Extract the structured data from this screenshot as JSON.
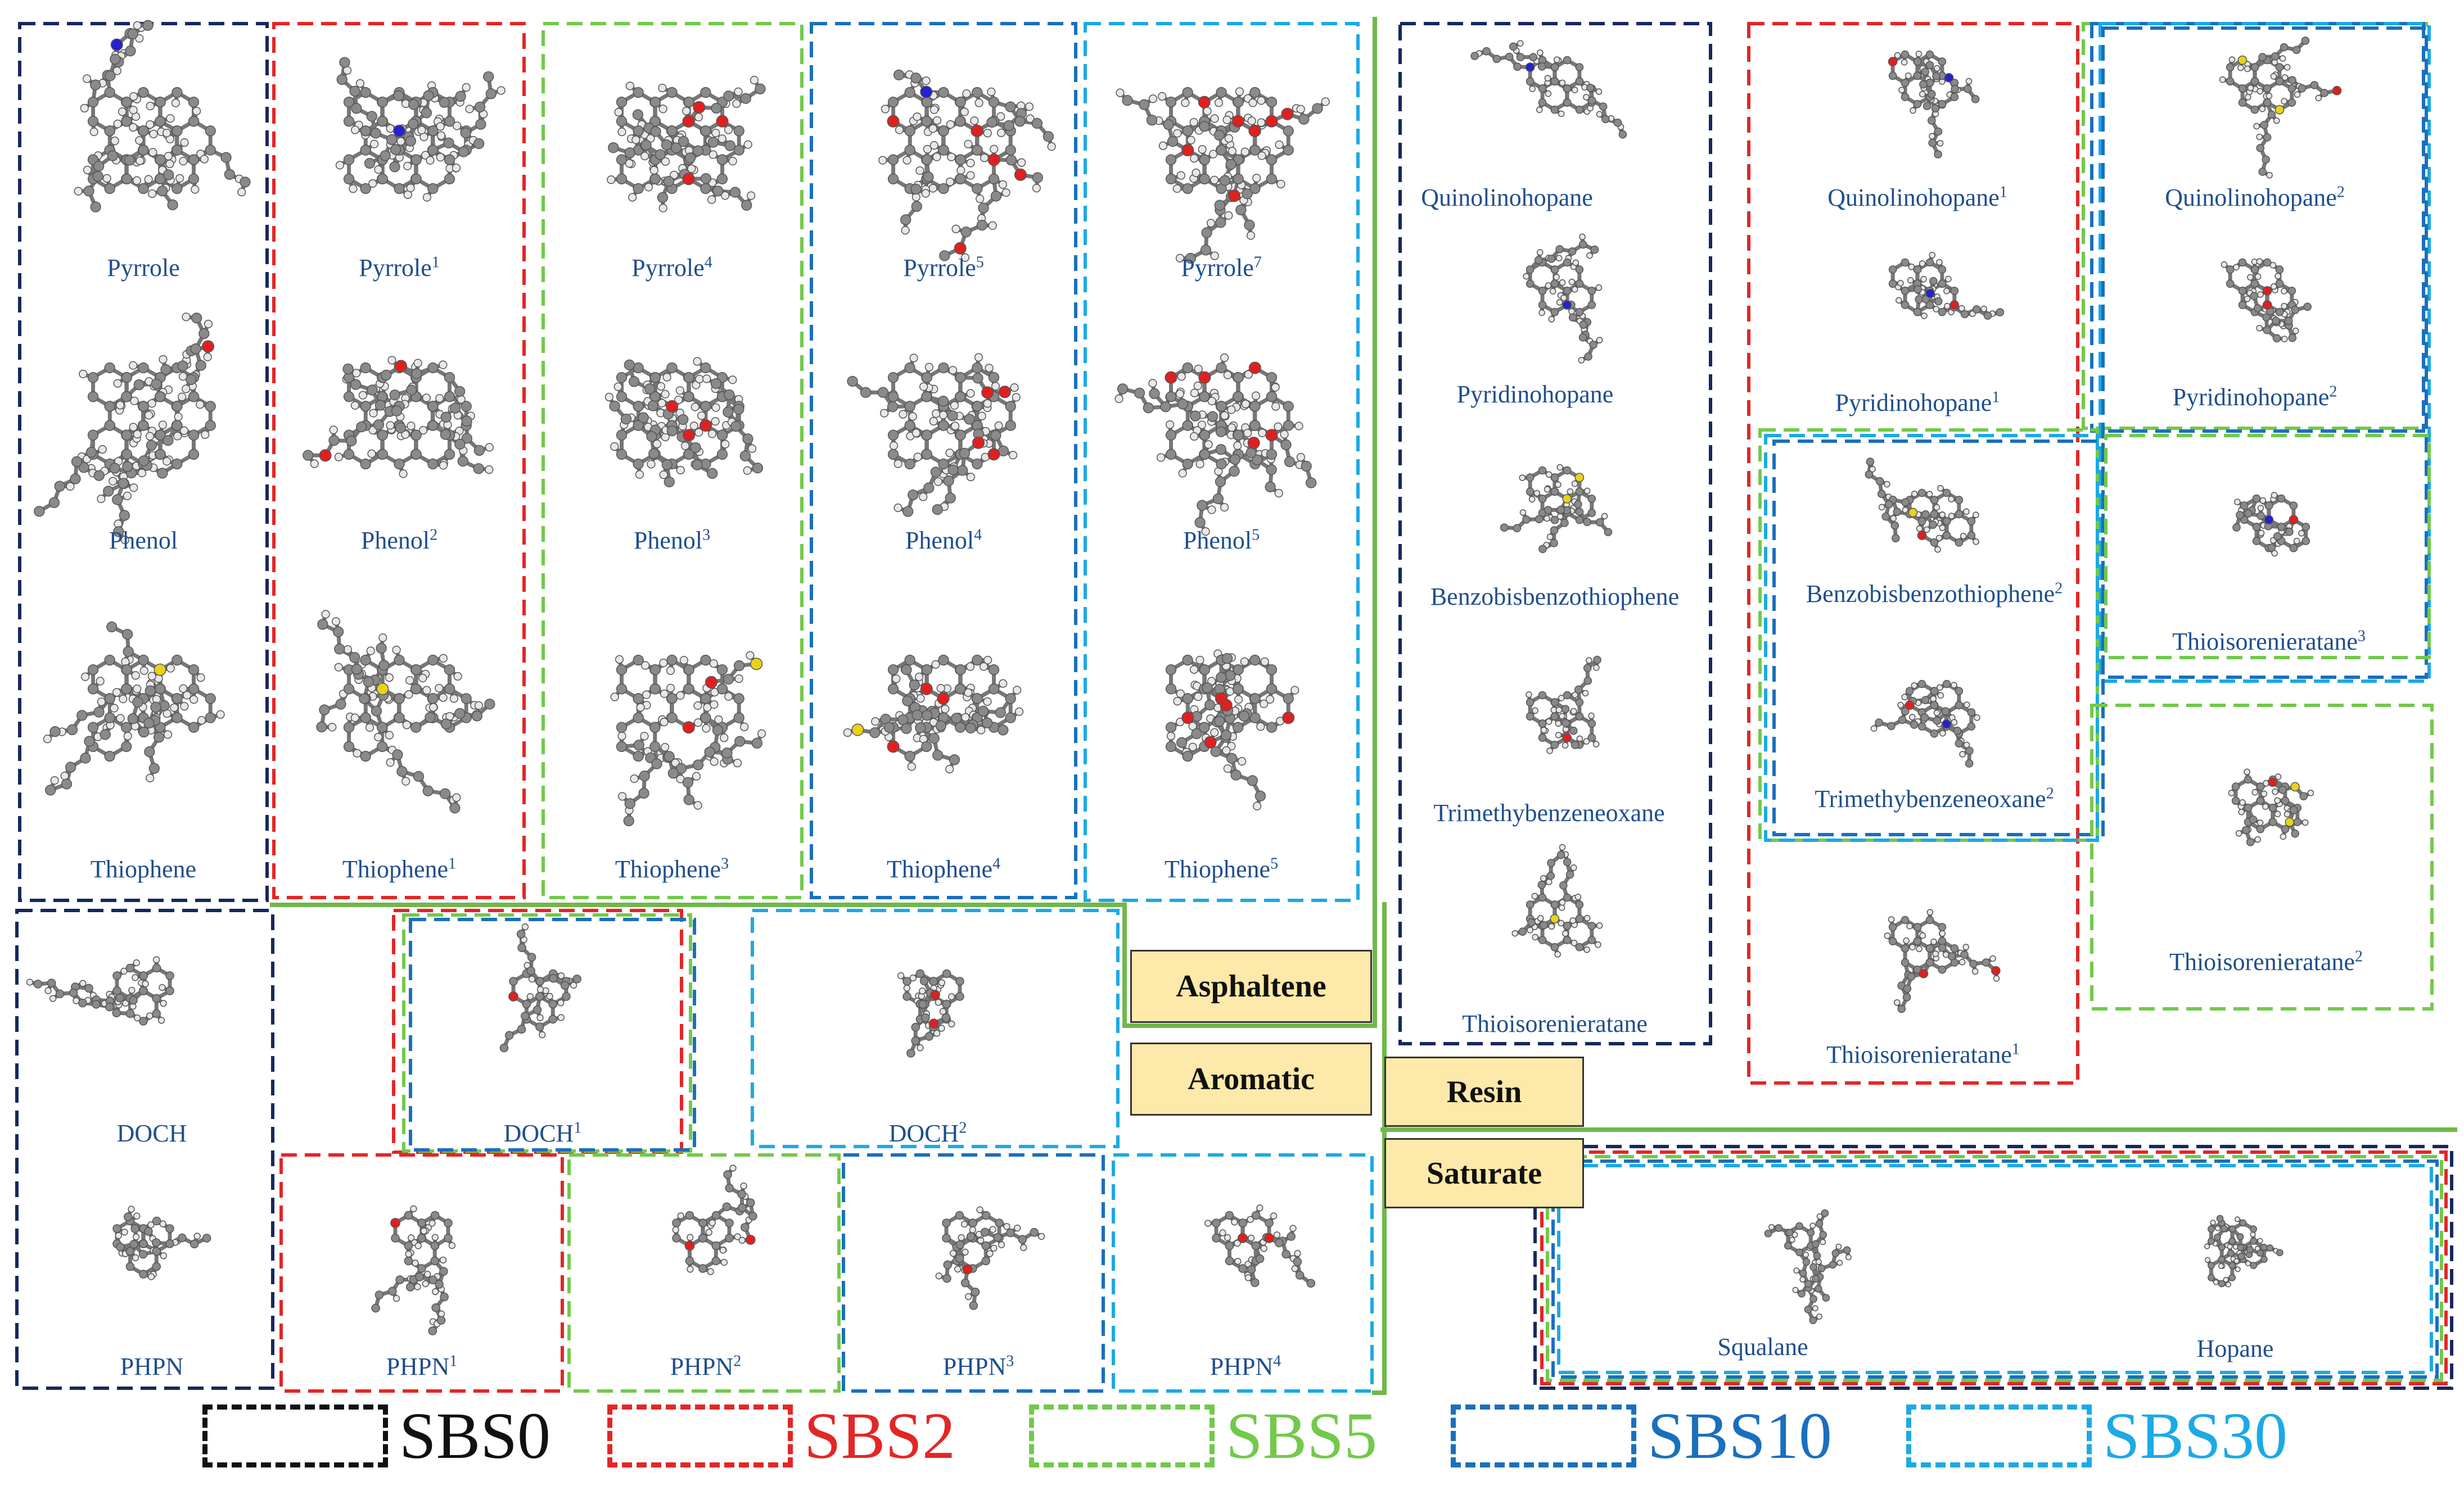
{
  "legend": [
    {
      "label": "SBS0",
      "color": "#111111"
    },
    {
      "label": "SBS2",
      "color": "#e32626"
    },
    {
      "label": "SBS5",
      "color": "#72c94a"
    },
    {
      "label": "SBS10",
      "color": "#1a6fbd"
    },
    {
      "label": "SBS30",
      "color": "#1ca9e6"
    }
  ],
  "groups": {
    "asphaltene": "Asphaltene",
    "aromatic": "Aromatic",
    "resin": "Resin",
    "saturate": "Saturate"
  },
  "colors": {
    "label_text": "#1f4e8c",
    "tag_fill": "#fde9a9",
    "divider": "#70b84a",
    "sbs0_box": "#16285c",
    "carbon": "#8a8a8a",
    "hydrogen": "#e8e8e8",
    "oxygen": "#e02020",
    "nitrogen": "#2222d0",
    "sulfur": "#e8d21a"
  },
  "labels": {
    "asphaltene": [
      {
        "name": "Pyrrole",
        "sup": ""
      },
      {
        "name": "Phenol",
        "sup": ""
      },
      {
        "name": "Thiophene",
        "sup": ""
      },
      {
        "name": "Pyrrole",
        "sup": "1"
      },
      {
        "name": "Phenol",
        "sup": "2"
      },
      {
        "name": "Thiophene",
        "sup": "1"
      },
      {
        "name": "Pyrrole",
        "sup": "4"
      },
      {
        "name": "Phenol",
        "sup": "3"
      },
      {
        "name": "Thiophene",
        "sup": "3"
      },
      {
        "name": "Pyrrole",
        "sup": "5"
      },
      {
        "name": "Phenol",
        "sup": "4"
      },
      {
        "name": "Thiophene",
        "sup": "4"
      },
      {
        "name": "Pyrrole",
        "sup": "7"
      },
      {
        "name": "Phenol",
        "sup": "5"
      },
      {
        "name": "Thiophene",
        "sup": "5"
      }
    ],
    "aromatic": [
      {
        "name": "DOCH",
        "sup": ""
      },
      {
        "name": "PHPN",
        "sup": ""
      },
      {
        "name": "DOCH",
        "sup": "1"
      },
      {
        "name": "DOCH",
        "sup": "2"
      },
      {
        "name": "PHPN",
        "sup": "1"
      },
      {
        "name": "PHPN",
        "sup": "2"
      },
      {
        "name": "PHPN",
        "sup": "3"
      },
      {
        "name": "PHPN",
        "sup": "4"
      }
    ],
    "resin": [
      {
        "name": "Quinolinohopane",
        "sup": ""
      },
      {
        "name": "Pyridinohopane",
        "sup": ""
      },
      {
        "name": "Benzobisbenzothiophene",
        "sup": ""
      },
      {
        "name": "Trimethybenzeneoxane",
        "sup": ""
      },
      {
        "name": "Thioisorenieratane",
        "sup": ""
      },
      {
        "name": "Quinolinohopane",
        "sup": "1"
      },
      {
        "name": "Pyridinohopane",
        "sup": "1"
      },
      {
        "name": "Quinolinohopane",
        "sup": "2"
      },
      {
        "name": "Pyridinohopane",
        "sup": "2"
      },
      {
        "name": "Benzobisbenzothiophene",
        "sup": "2"
      },
      {
        "name": "Trimethybenzeneoxane",
        "sup": "2"
      },
      {
        "name": "Thioisorenieratane",
        "sup": "3"
      },
      {
        "name": "Thioisorenieratane",
        "sup": "2"
      },
      {
        "name": "Thioisorenieratane",
        "sup": "1"
      }
    ],
    "saturate": [
      {
        "name": "Squalane",
        "sup": ""
      },
      {
        "name": "Hopane",
        "sup": ""
      }
    ]
  }
}
